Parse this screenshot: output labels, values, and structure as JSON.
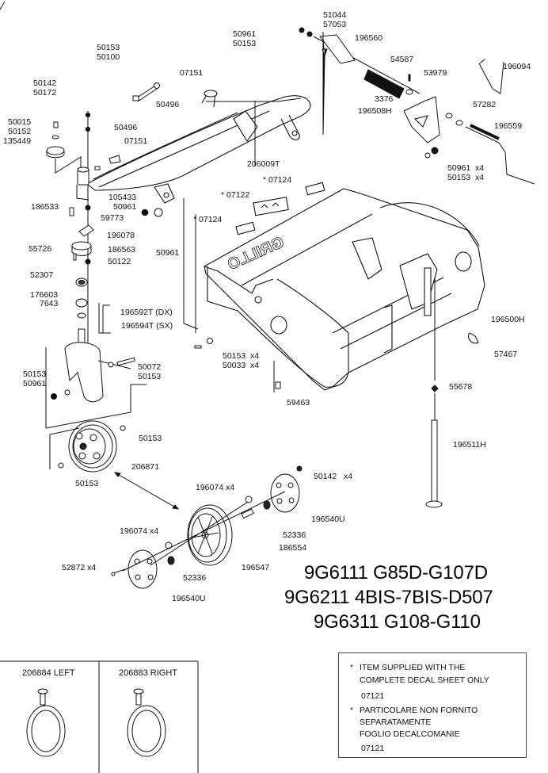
{
  "diagram": {
    "type": "exploded parts diagram",
    "brand_logo_text": "GRILLO"
  },
  "labels": {
    "p51044": "51044",
    "p57053": "57053",
    "p196560": "196560",
    "p50961a": "50961",
    "p50153a": "50153",
    "p54587": "54587",
    "p53979": "53979",
    "p196094": "196094",
    "p50153b": "50153",
    "p50100": "50100",
    "p07151a": "07151",
    "p50496a": "50496",
    "p3376": "3376",
    "p57282": "57282",
    "p196508H": "196508H",
    "p196559": "196559",
    "p50142a": "50142",
    "p50172": "50172",
    "p50015": "50015",
    "p50152": "50152",
    "p135449": "135449",
    "p50496b": "50496",
    "p07151b": "07151",
    "p206009T": "206009T",
    "p50961b": "50961",
    "p50961b_qty": "x4",
    "p50153c": "50153",
    "p50153c_qty": "x4",
    "p07124a": "07124",
    "p07122": "07122",
    "p105433": "105433",
    "p50961c": "50961",
    "p07124b": "07124",
    "p186533": "186533",
    "p59773": "59773",
    "p196078": "196078",
    "p55726": "55726",
    "p186563": "186563",
    "p50122": "50122",
    "p50961d": "50961",
    "p52307": "52307",
    "p176603": "176603",
    "p7643": "7643",
    "p196592T": "196592T (DX)",
    "p196594T": "196594T (SX)",
    "p196500H": "196500H",
    "p57467": "57467",
    "p50153d": "50153",
    "p50153d_qty": "x4",
    "p50033": "50033",
    "p50033_qty": "x4",
    "p50153e": "50153",
    "p50961e": "50961",
    "p50072": "50072",
    "p50153f": "50153",
    "p59463": "59463",
    "p55678": "55678",
    "p50153g": "50153",
    "p206871": "206871",
    "p196511H": "196511H",
    "p50153h": "50153",
    "p196074a": "196074",
    "p196074a_qty": "x4",
    "p50142b": "50142",
    "p50142b_qty": "x4",
    "p196540Ua": "196540U",
    "p52336a": "52336",
    "p186554": "186554",
    "p196074b": "196074",
    "p196074b_qty": "x4",
    "p196547": "196547",
    "p52872": "52872",
    "p52872_qty": "x4",
    "p52336b": "52336",
    "p196540Ub": "196540U"
  },
  "decal_marker": "*",
  "model_titles": [
    "9G6111 G85D-G107D",
    "9G6211 4BIS-7BIS-D507",
    "9G6311 G108-G110"
  ],
  "variants_box": {
    "left_title": "206884 LEFT",
    "right_title": "206883 RIGHT"
  },
  "note_box": {
    "marker": "*",
    "en_line1": "ITEM SUPPLIED WITH THE",
    "en_line2": "COMPLETE DECAL SHEET ONLY",
    "en_code": "07121",
    "it_line1": "PARTICOLARE NON FORNITO",
    "it_line2": "SEPARATAMENTE",
    "it_line3": "FOGLIO DECALCOMANIE",
    "it_code": "07121"
  }
}
